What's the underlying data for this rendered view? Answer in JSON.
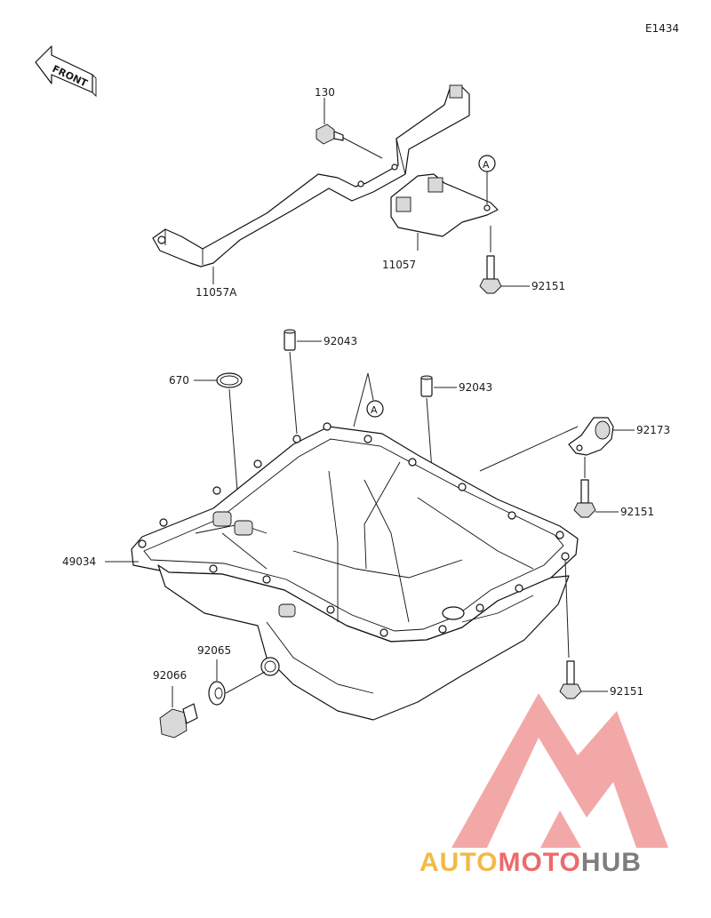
{
  "diagram_code": "E1434",
  "front_label": "FRONT",
  "ref_marker": "A",
  "parts": {
    "p130": "130",
    "p11057A": "11057A",
    "p11057": "11057",
    "p92151_top": "92151",
    "p92043_a": "92043",
    "p92043_b": "92043",
    "p670": "670",
    "p92173": "92173",
    "p92151_mid": "92151",
    "p49034": "49034",
    "p92065": "92065",
    "p92066": "92066",
    "p92151_low": "92151"
  },
  "watermark": {
    "segments": [
      "AUTO",
      "MOTO",
      "HUB"
    ],
    "colors": [
      "#f4b942",
      "#ee6a6a",
      "#7d7d7d"
    ],
    "emblem_color": "#f29a9a"
  }
}
